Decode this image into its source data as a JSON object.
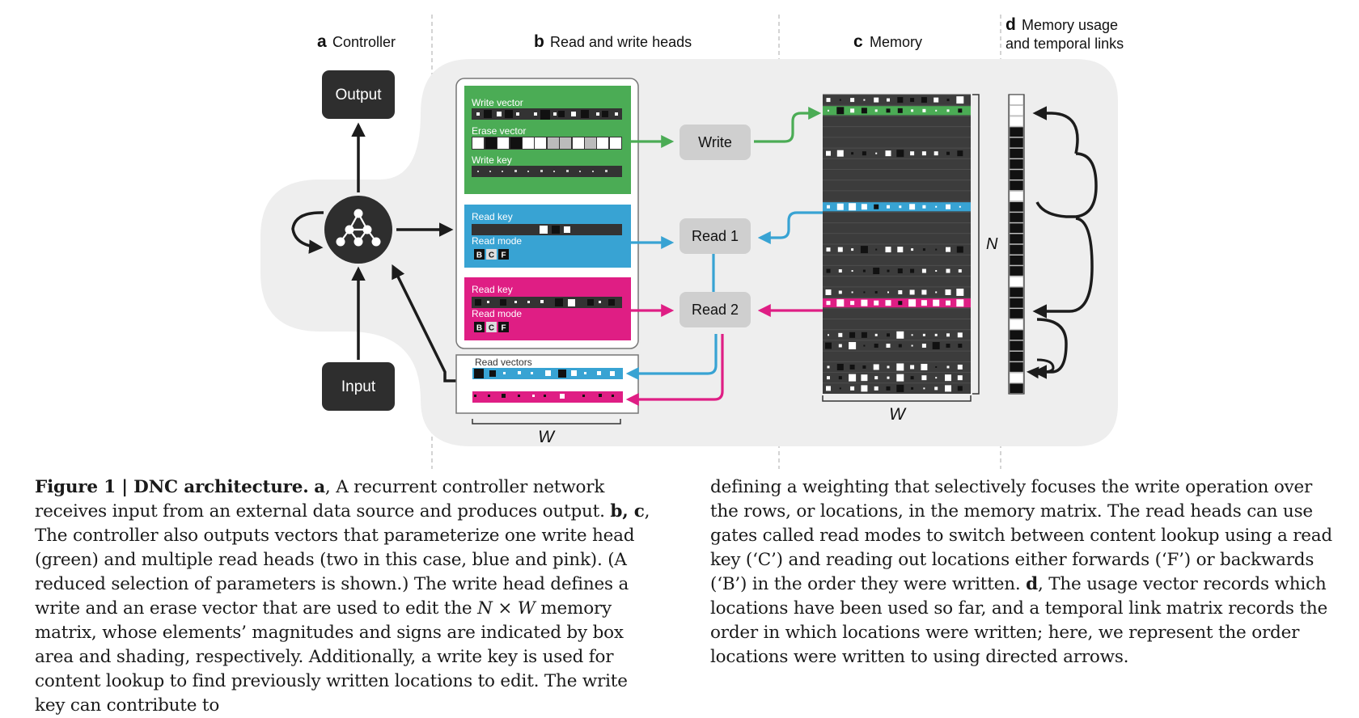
{
  "panels": {
    "a": {
      "letter": "a",
      "title": "Controller"
    },
    "b": {
      "letter": "b",
      "title": "Read and write heads"
    },
    "c": {
      "letter": "c",
      "title": "Memory"
    },
    "d": {
      "letter": "d",
      "title_line1": "Memory usage",
      "title_line2": "and temporal links"
    }
  },
  "controller": {
    "output_label": "Output",
    "input_label": "Input"
  },
  "write_head": {
    "write_vector_label": "Write vector",
    "erase_vector_label": "Erase vector",
    "write_key_label": "Write key"
  },
  "read_head_1": {
    "read_key_label": "Read key",
    "read_mode_label": "Read mode",
    "modes": [
      "B",
      "C",
      "F"
    ]
  },
  "read_head_2": {
    "read_key_label": "Read key",
    "read_mode_label": "Read mode",
    "modes": [
      "B",
      "C",
      "F"
    ]
  },
  "operations": {
    "write": "Write",
    "read1": "Read 1",
    "read2": "Read 2"
  },
  "read_vectors": {
    "label": "Read vectors",
    "width_label": "W"
  },
  "memory": {
    "n_label": "N",
    "w_label": "W"
  },
  "colors": {
    "green": "#4bac55",
    "blue": "#38a3d3",
    "pink": "#df1e84",
    "dark": "#333333",
    "panel_bg": "#efefef"
  },
  "caption": {
    "fig_label": "Figure 1 | DNC architecture.",
    "p1": {
      "a_letter": "a",
      "a_text": ", A recurrent controller network receives input from an external data source and produces output. ",
      "bc_letters": "b, c",
      "bc_text": ", The controller also outputs vectors that parameterize one write head (green) and multiple read heads (two in this case, blue and pink). (A reduced selection of parameters is shown.) The write head defines a write and an erase vector that are used to edit the ",
      "nxw": "N × W",
      "rest": " memory matrix, whose elements’ magnitudes and signs are indicated by box area and shading, respectively. Additionally, a write key is used for content lookup to find previously written locations to edit. The write key can contribute to"
    },
    "p2": {
      "text1": "defining a weighting that selectively focuses the write operation over the rows, or locations, in the memory matrix. The read heads can use gates called read modes to switch between content lookup using a read key (‘C’) and reading out locations either forwards (‘F’) or backwards (‘B’) in the order they were written. ",
      "d_letter": "d",
      "text2": ", The usage vector records which locations have been used so far, and a temporal link matrix records the order in which locations were written; here, we represent the order locations were written to using directed arrows."
    }
  }
}
